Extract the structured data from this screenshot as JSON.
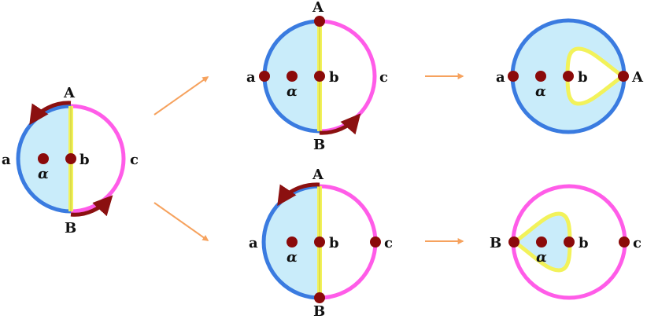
{
  "labels": {
    "A": "A",
    "B": "B",
    "a": "a",
    "b": "b",
    "c": "c",
    "alpha": "α"
  },
  "colors": {
    "blue_arc": "#3a7be0",
    "magenta_arc": "#ff5ce8",
    "fill": "#c9ecfa",
    "yellow": "#f2f25a",
    "dot": "#8b0a0a",
    "arrow_dark": "#8b1010",
    "arrow_light": "#f6a25e"
  }
}
